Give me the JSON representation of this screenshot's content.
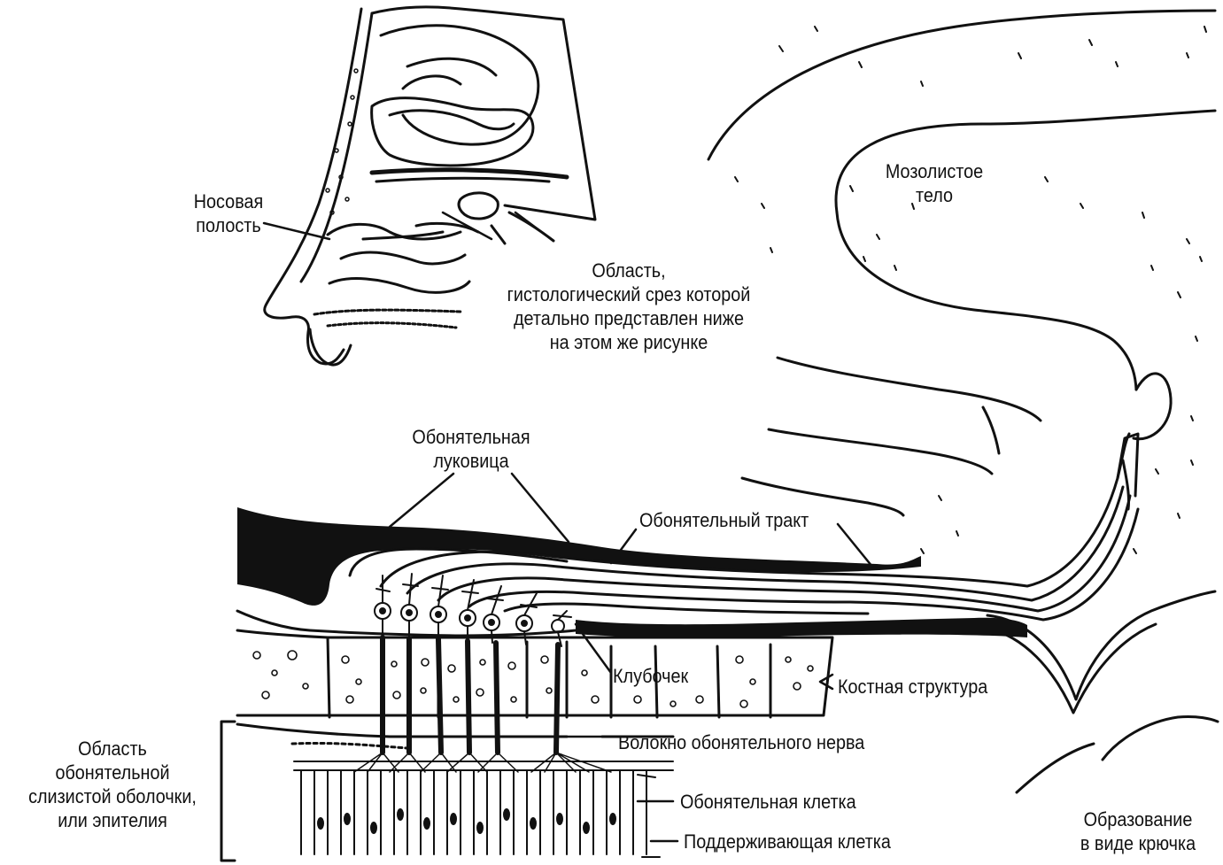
{
  "labels": {
    "nasal_cavity": "Носовая\nполость",
    "corpus_callosum": "Мозолистое\nтело",
    "region": "Область,\nгистологический срез которой\nдетально представлен ниже\nна этом же рисунке",
    "olfactory_bulb": "Обонятельная\nлуковица",
    "olfactory_tract": "Обонятельный тракт",
    "glomerulus": "Клубочек",
    "bone_structure": "Костная структура",
    "nerve_fiber": "Волокно обонятельного нерва",
    "mucosa_region": "Область\nобонятельной\nслизистой оболочки,\nили эпителия",
    "olfactory_cell": "Обонятельная клетка",
    "supporting_cell": "Поддерживающая клетка",
    "hook": "Образование\nв виде крючка"
  },
  "colors": {
    "ink": "#111111",
    "paper": "#ffffff"
  }
}
